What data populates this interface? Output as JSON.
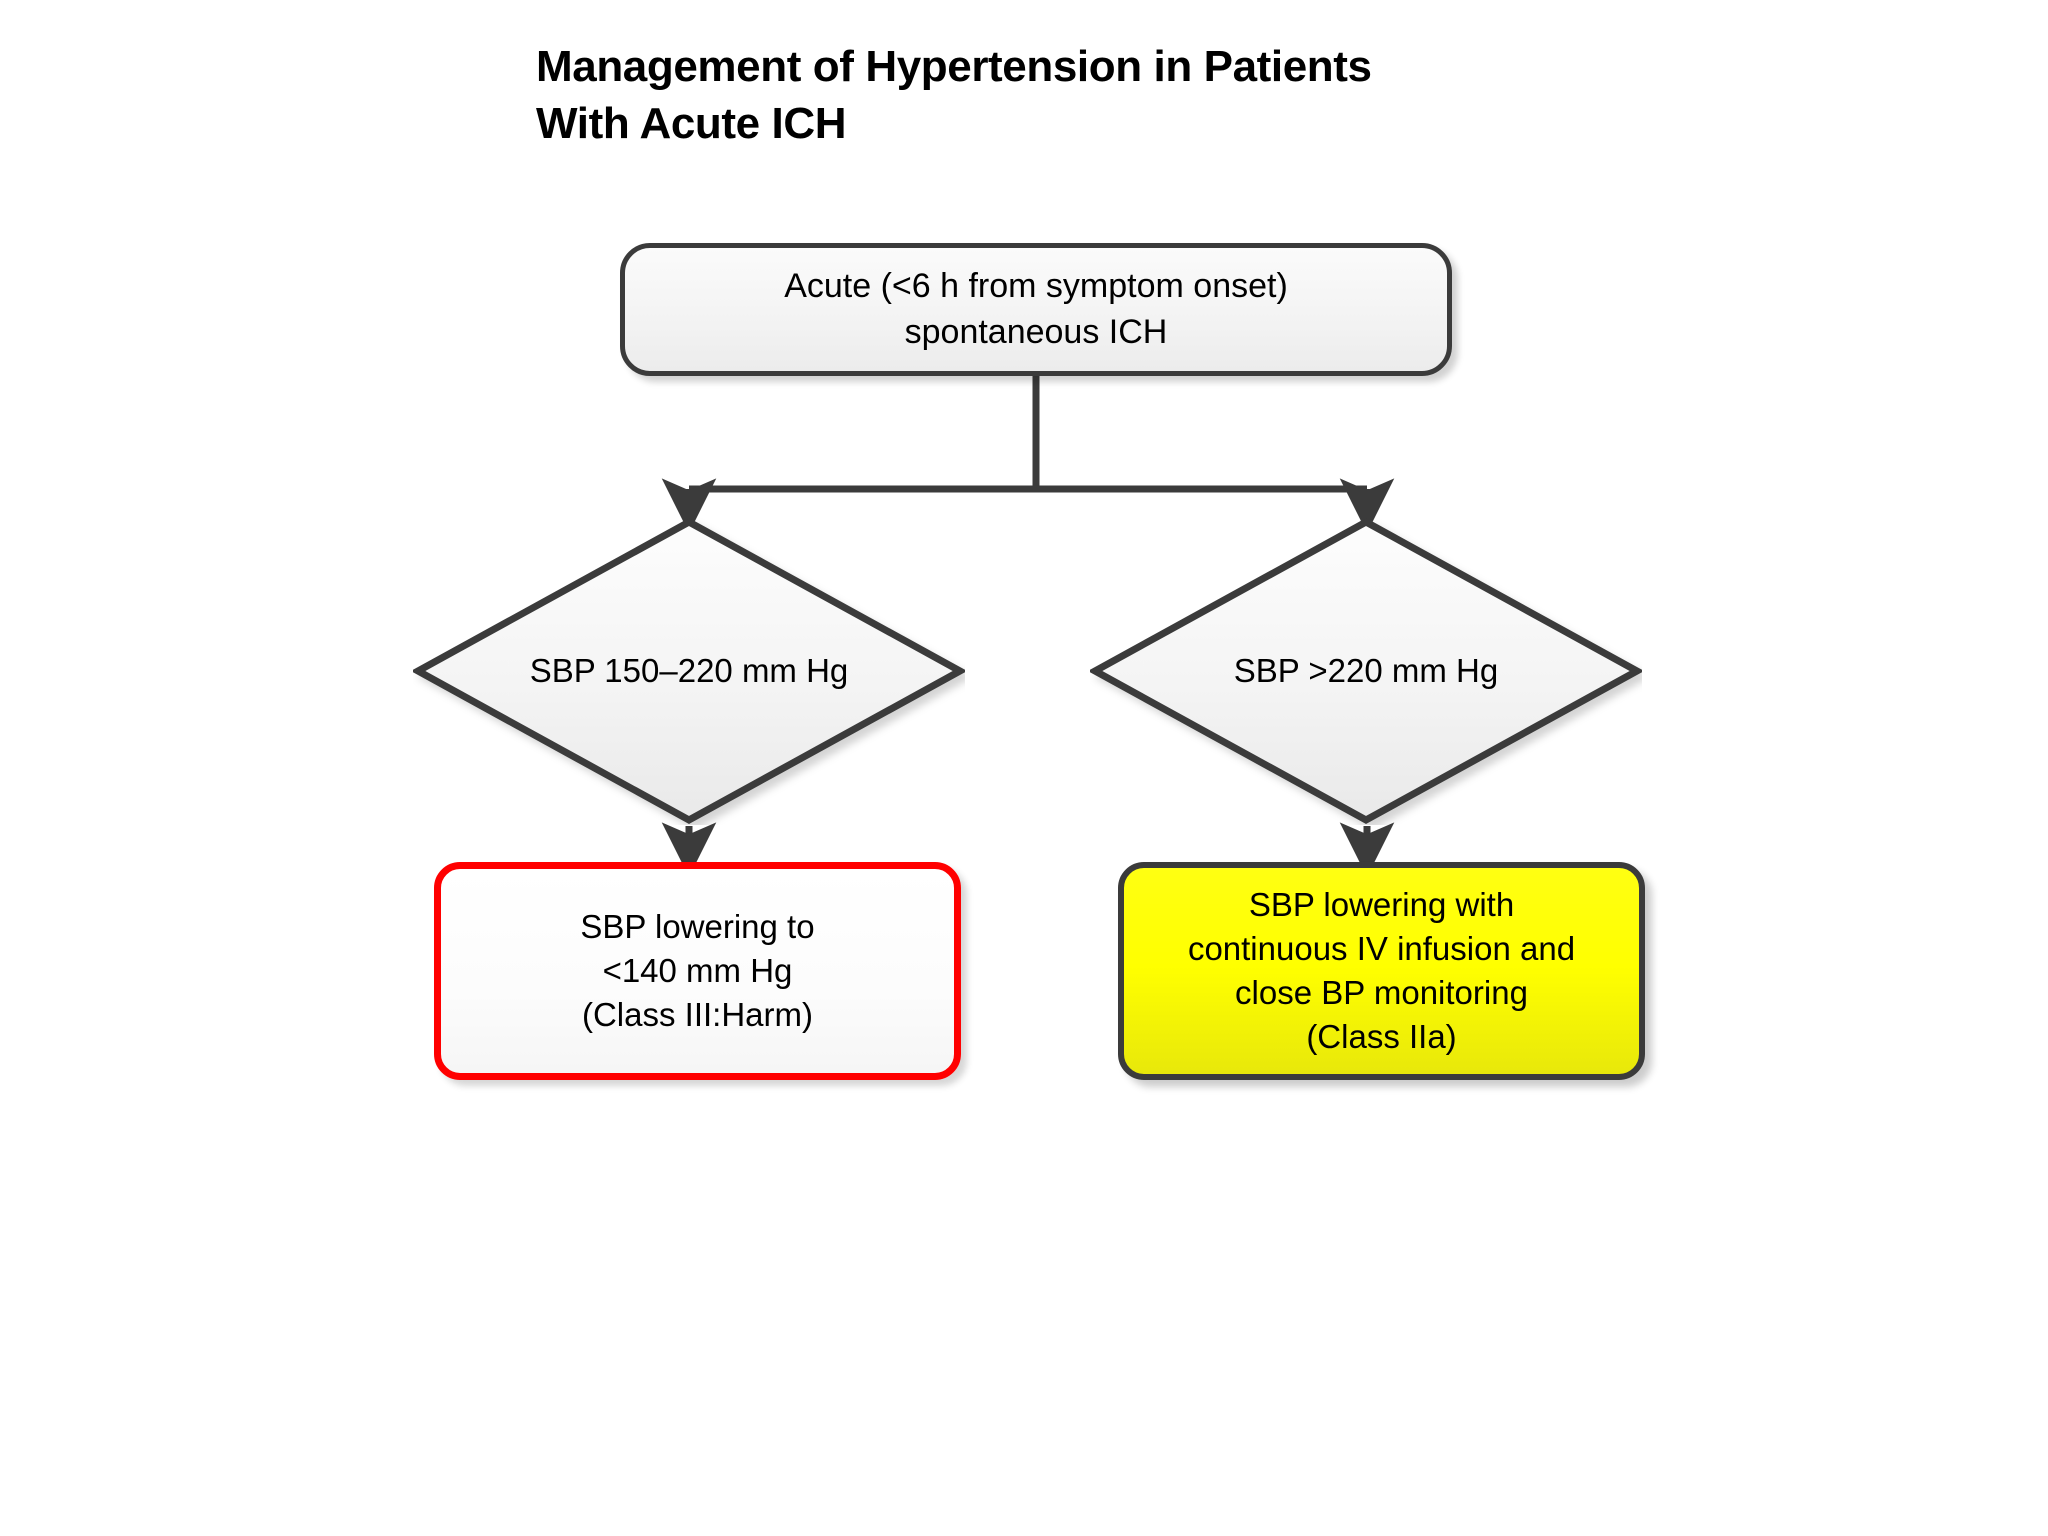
{
  "page": {
    "background_color": "#FFFFFF",
    "title": "Management of Hypertension in Patients\nWith Acute ICH"
  },
  "flowchart": {
    "type": "decision-tree",
    "nodes": [
      {
        "id": "start",
        "shape": "rounded-rectangle",
        "text": "Acute (<6 h from symptom onset)\nspontaneous ICH",
        "fill_color": "#F2F2F2",
        "border_color": "#3B3B3B"
      },
      {
        "id": "decision-left",
        "shape": "diamond",
        "text": "SBP 150–220 mm Hg",
        "fill_color": "#F2F2F2",
        "border_color": "#3B3B3B"
      },
      {
        "id": "decision-right",
        "shape": "diamond",
        "text": "SBP >220 mm Hg",
        "fill_color": "#F2F2F2",
        "border_color": "#3B3B3B"
      },
      {
        "id": "outcome-left",
        "shape": "rounded-rectangle",
        "text": "SBP lowering to\n<140 mm Hg\n(Class III:Harm)",
        "class_recommendation": "Class III:Harm",
        "fill_color": "#FFFFFF",
        "border_color": "#FF0000"
      },
      {
        "id": "outcome-right",
        "shape": "rounded-rectangle",
        "text": "SBP lowering with\ncontinuous IV infusion and\nclose BP monitoring\n(Class IIa)",
        "class_recommendation": "Class IIa",
        "fill_color": "#FFFF00",
        "border_color": "#3B3B3B"
      }
    ],
    "edges": [
      {
        "from": "start",
        "to": "decision-left",
        "style": "elbow-arrow"
      },
      {
        "from": "start",
        "to": "decision-right",
        "style": "elbow-arrow"
      },
      {
        "from": "decision-left",
        "to": "outcome-left",
        "style": "straight-arrow"
      },
      {
        "from": "decision-right",
        "to": "outcome-right",
        "style": "straight-arrow"
      }
    ],
    "connector_color": "#3B3B3B"
  }
}
